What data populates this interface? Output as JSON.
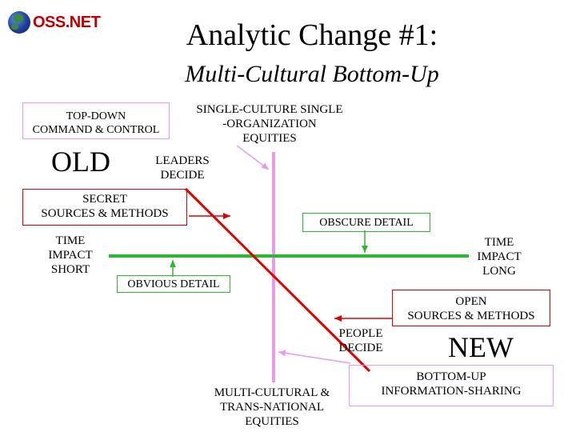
{
  "logo": {
    "text": "OSS.NET"
  },
  "title": "Analytic Change #1:",
  "subtitle": "Multi-Cultural Bottom-Up",
  "labels": {
    "topdown": [
      "TOP-DOWN",
      "COMMAND & CONTROL"
    ],
    "single_culture": [
      "SINGLE-CULTURE SINGLE",
      "-ORGANIZATION",
      "EQUITIES"
    ],
    "old": "OLD",
    "leaders": [
      "LEADERS",
      "DECIDE"
    ],
    "secret": [
      "SECRET",
      "SOURCES & METHODS"
    ],
    "obscure": "OBSCURE DETAIL",
    "time_short": [
      "TIME",
      "IMPACT",
      "SHORT"
    ],
    "time_long": [
      "TIME",
      "IMPACT",
      "LONG"
    ],
    "obvious": "OBVIOUS DETAIL",
    "open": [
      "OPEN",
      "SOURCES & METHODS"
    ],
    "people": [
      "PEOPLE",
      "DECIDE"
    ],
    "new": "NEW",
    "bottomup": [
      "BOTTOM-UP",
      "INFORMATION-SHARING"
    ],
    "multicultural": [
      "MULTI-CULTURAL &",
      "TRANS-NATIONAL",
      "EQUITIES"
    ]
  },
  "colors": {
    "pink": "#e89be8",
    "green": "#2eb82e",
    "red": "#e00000",
    "logo_red": "#c00000"
  }
}
